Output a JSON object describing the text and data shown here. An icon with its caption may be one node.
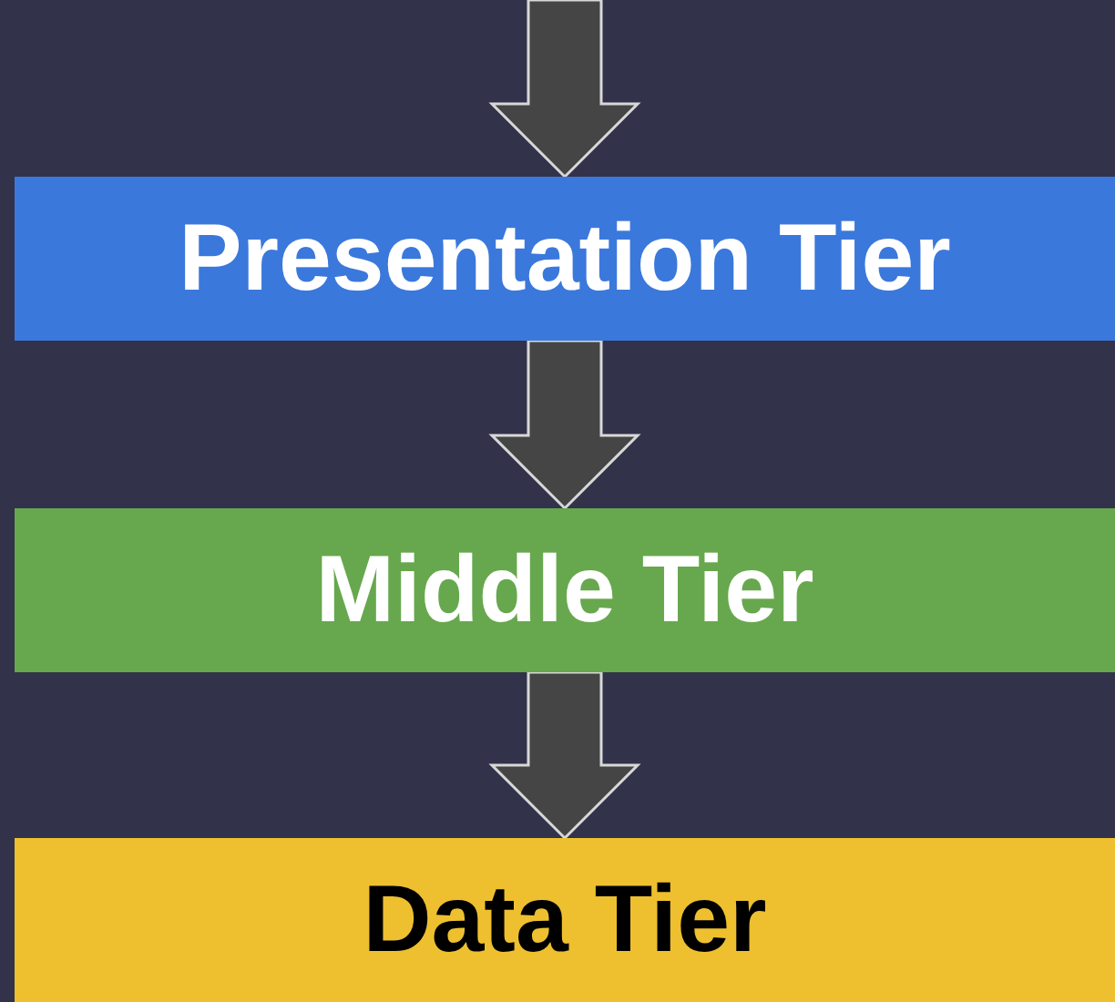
{
  "diagram": {
    "nodes": [
      {
        "text": [
          "Presentation Tier"
        ]
      },
      {
        "text": [
          "Middle Tier"
        ]
      },
      {
        "text": [
          "Data Tier"
        ]
      }
    ],
    "edges": [
      {
        "from": null,
        "to": 0,
        "arrow": "to"
      },
      {
        "from": 0,
        "to": 1,
        "arrow": "to"
      },
      {
        "from": 1,
        "to": 2,
        "arrow": "to"
      }
    ]
  }
}
